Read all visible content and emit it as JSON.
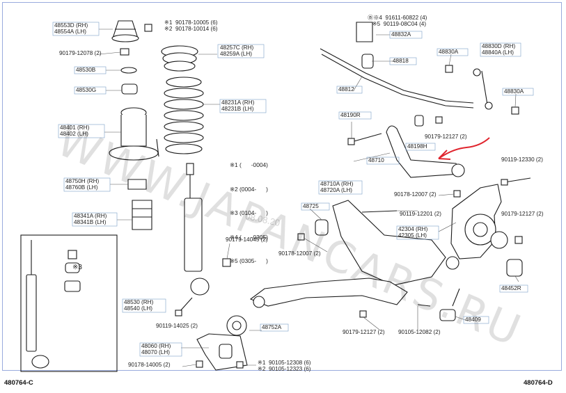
{
  "watermark": "WWW.JAPANCARS.RU",
  "watermark_date": "08.08.20",
  "codes": {
    "left": "480764-C",
    "right": "480764-D"
  },
  "legend": [
    {
      "mark": "※1",
      "text": "(      -0004)"
    },
    {
      "mark": "※2",
      "text": "(0004-      )"
    },
    {
      "mark": "※3",
      "text": "(0104-      )"
    },
    {
      "mark": "※4",
      "text": "(      -0305)"
    },
    {
      "mark": "※5",
      "text": "(0305-      )"
    }
  ],
  "labels": [
    {
      "id": "p48553d",
      "l1": "48553D (RH)",
      "l2": "48554A (LH)"
    },
    {
      "id": "p90178a",
      "l1": "※1  90178-10005 (6)",
      "l2": "※2  90178-10014 (6)"
    },
    {
      "id": "p48257c",
      "l1": "48257C (RH)",
      "l2": "48259A (LH)"
    },
    {
      "id": "p90179a",
      "l1": "90179-12078 (2)"
    },
    {
      "id": "p48530b",
      "l1": "48530B"
    },
    {
      "id": "p48530g",
      "l1": "48530G"
    },
    {
      "id": "p48231a",
      "l1": "48231A (RH)",
      "l2": "48231B (LH)"
    },
    {
      "id": "p48401",
      "l1": "48401 (RH)",
      "l2": "48402 (LH)"
    },
    {
      "id": "p48750h",
      "l1": "48750H (RH)",
      "l2": "48760B (LH)"
    },
    {
      "id": "p48341a",
      "l1": "48341A (RH)",
      "l2": "48341B (LH)"
    },
    {
      "id": "p90179b",
      "l1": "90179-14045 (2)"
    },
    {
      "id": "p90178b",
      "l1": "90178-12007 (2)"
    },
    {
      "id": "p48530",
      "l1": "48530 (RH)",
      "l2": "48540 (LH)"
    },
    {
      "id": "p90119a",
      "l1": "90119-14025 (2)"
    },
    {
      "id": "p48752a",
      "l1": "48752A"
    },
    {
      "id": "p48060",
      "l1": "48060 (RH)",
      "l2": "48070 (LH)"
    },
    {
      "id": "p90178c",
      "l1": "90178-14005 (2)"
    },
    {
      "id": "p90105a",
      "l1": "※1  90105-12308 (6)",
      "l2": "※2  90105-12323 (6)"
    },
    {
      "id": "p91611",
      "l1": "Ⓑ※4  91611-60822 (4)",
      "l2": "   ※5  90119-08C04 (4)"
    },
    {
      "id": "p48832a",
      "l1": "48832A"
    },
    {
      "id": "p48818",
      "l1": "48818"
    },
    {
      "id": "p48812",
      "l1": "48812"
    },
    {
      "id": "p48830a1",
      "l1": "48830A"
    },
    {
      "id": "p48830d",
      "l1": "48830D (RH)",
      "l2": "48840A (LH)"
    },
    {
      "id": "p48830a2",
      "l1": "48830A"
    },
    {
      "id": "p48190r",
      "l1": "48190R"
    },
    {
      "id": "p48198h",
      "l1": "48198H"
    },
    {
      "id": "p90179c",
      "l1": "90179-12127 (2)"
    },
    {
      "id": "p48710",
      "l1": "48710"
    },
    {
      "id": "p90119b",
      "l1": "90119-12330 (2)"
    },
    {
      "id": "p48710a",
      "l1": "48710A (RH)",
      "l2": "48720A (LH)"
    },
    {
      "id": "p90178d",
      "l1": "90178-12007 (2)"
    },
    {
      "id": "p48725",
      "l1": "48725"
    },
    {
      "id": "p90119c",
      "l1": "90119-12201 (2)"
    },
    {
      "id": "p42304",
      "l1": "42304 (RH)",
      "l2": "42305 (LH)"
    },
    {
      "id": "p90179d",
      "l1": "90179-12127 (2)"
    },
    {
      "id": "p48452r",
      "l1": "48452R"
    },
    {
      "id": "p48409",
      "l1": "48409"
    },
    {
      "id": "p90179e",
      "l1": "90179-12127 (2)"
    },
    {
      "id": "p90105b",
      "l1": "90105-12082 (2)"
    }
  ],
  "colors": {
    "line": "#1a1a1a",
    "label_box": "#7a9ec9",
    "highlight_arrow": "#e0252e",
    "frame": "#9ab0d8"
  }
}
